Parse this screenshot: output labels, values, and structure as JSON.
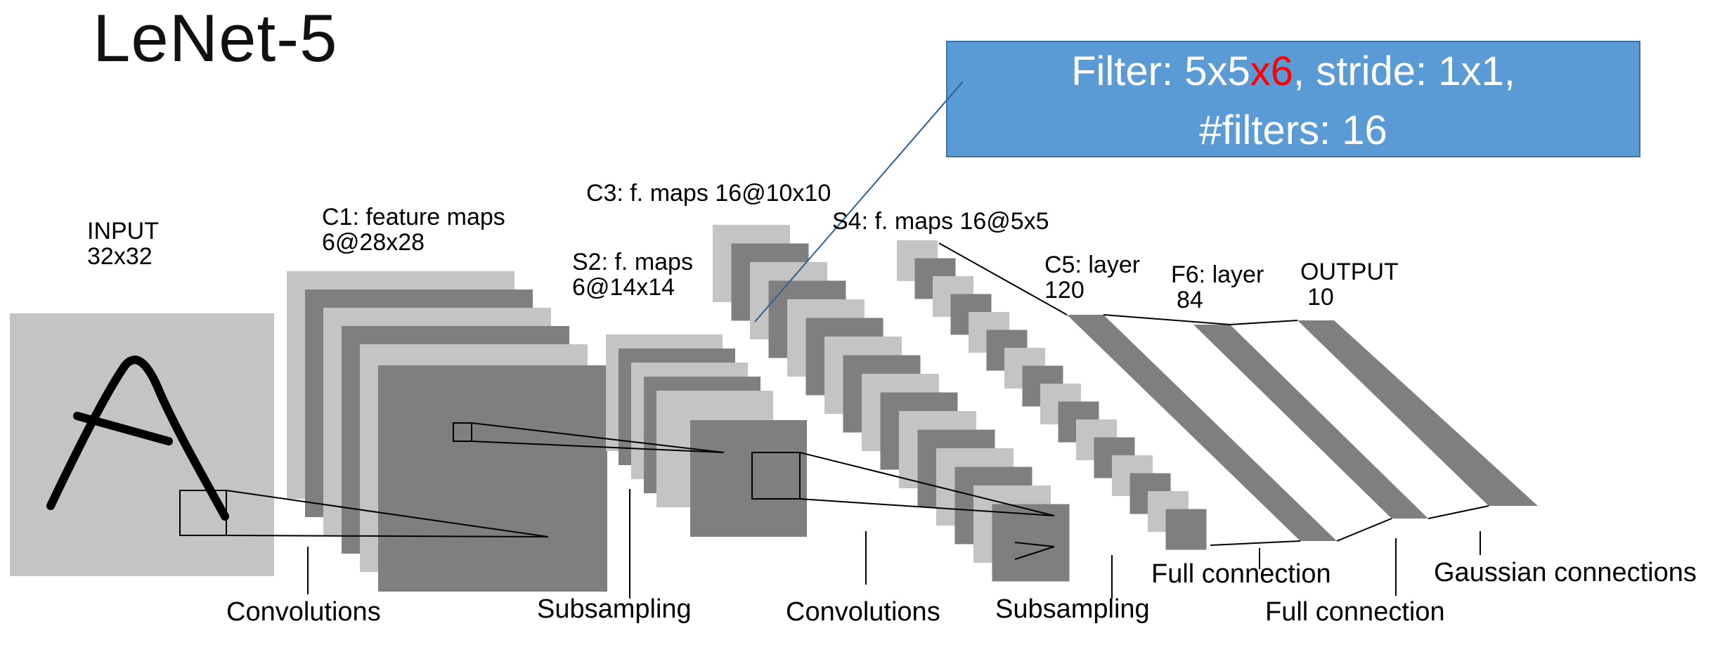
{
  "slide": {
    "title": "LeNet-5"
  },
  "callout": {
    "pre": "Filter: 5x5",
    "highlight": "x6",
    "post": ", stride: 1x1,",
    "line2": "#filters: 16",
    "bg_color": "#5b9bd5",
    "highlight_color": "#ff0000"
  },
  "layers": {
    "input": {
      "name": "INPUT",
      "size": "32x32"
    },
    "c1": {
      "name": "C1: feature maps",
      "size": "6@28x28"
    },
    "s2": {
      "name": "S2: f. maps",
      "size": "6@14x14"
    },
    "c3": {
      "name": "C3: f. maps 16@10x10"
    },
    "s4": {
      "name": "S4: f. maps 16@5x5"
    },
    "c5": {
      "name": "C5: layer",
      "size": "120"
    },
    "f6": {
      "name": "F6: layer",
      "size": "84"
    },
    "output": {
      "name": "OUTPUT",
      "size": "10"
    }
  },
  "operations": {
    "conv1": "Convolutions",
    "sub1": "Subsampling",
    "conv2": "Convolutions",
    "sub2": "Subsampling",
    "full1": "Full connection",
    "full2": "Full connection",
    "gauss": "Gaussian connections"
  },
  "colors": {
    "light_gray": "#c4c4c4",
    "dark_gray": "#7f7f7f",
    "callout_line": "#2e5f8f"
  }
}
